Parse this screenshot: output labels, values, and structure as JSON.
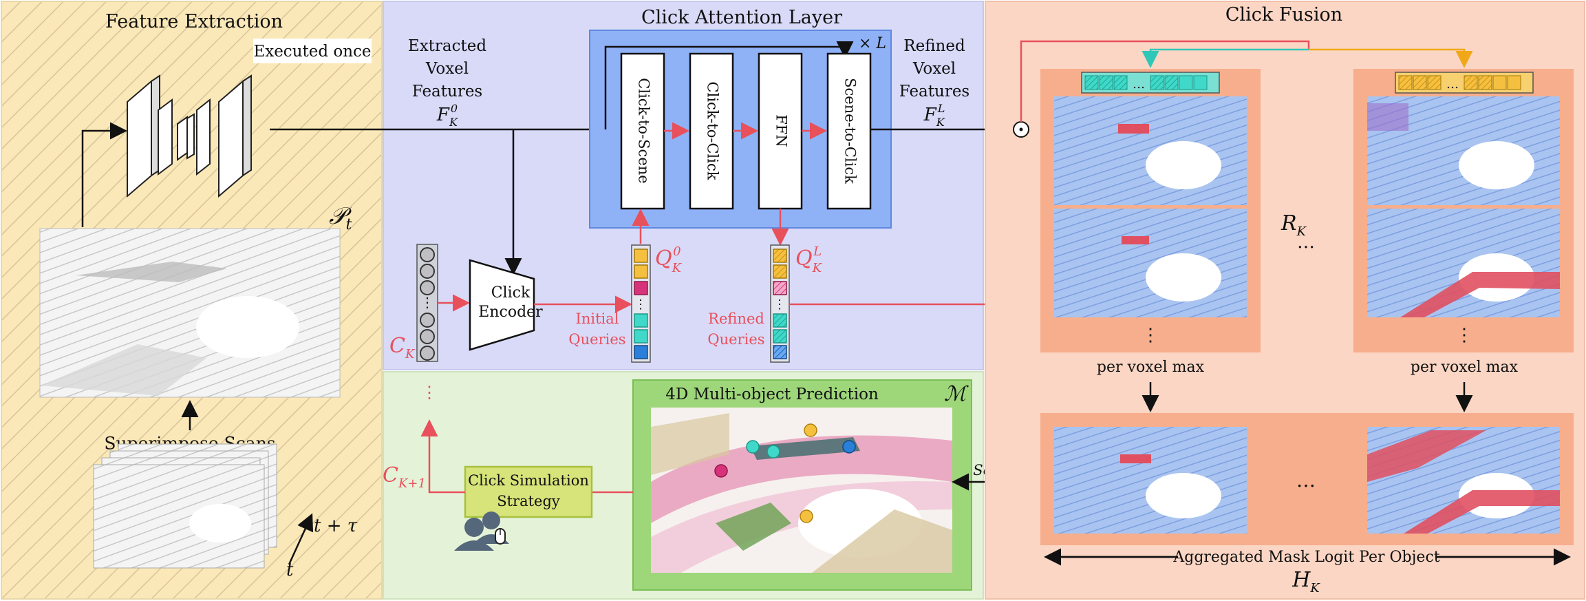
{
  "panels": {
    "feature_extraction": "Feature Extraction",
    "click_attention": "Click Attention Layer",
    "click_fusion": "Click Fusion"
  },
  "feature_extraction": {
    "executed_once": "Executed once",
    "pointcloud_label": "𝒫",
    "pointcloud_sub": "t",
    "superimpose": "Superimpose Scans",
    "time_t": "t",
    "time_t_tau": "t + τ"
  },
  "attention": {
    "extracted": [
      "Extracted",
      "Voxel",
      "Features"
    ],
    "f0": "F",
    "f0_sub": "K",
    "f0_sup": "0",
    "refined": [
      "Refined",
      "Voxel",
      "Features"
    ],
    "fL": "F",
    "fL_sub": "K",
    "fL_sup": "L",
    "times_l": "× L",
    "blocks": [
      "Click-to-Scene",
      "Click-to-Click",
      "FFN",
      "Scene-to-Click"
    ],
    "encoder": [
      "Click",
      "Encoder"
    ],
    "ck": "C",
    "ck_sub": "K",
    "q0": "Q",
    "q0_sub": "K",
    "q0_sup": "0",
    "qL": "Q",
    "qL_sub": "K",
    "qL_sup": "L",
    "initial_queries": [
      "Initial",
      "Queries"
    ],
    "refined_queries": [
      "Refined",
      "Queries"
    ],
    "dots": "⋮"
  },
  "prediction": {
    "title": "4D Multi-object Prediction",
    "m_label": "ℳ",
    "ck1": "C",
    "ck1_sub": "K+1",
    "strategy": [
      "Click Simulation",
      "Strategy"
    ]
  },
  "fusion": {
    "rk": "R",
    "rk_sub": "K",
    "per_voxel_max": "per voxel max",
    "softmax": "Softmax",
    "aggregated": "Aggregated Mask Logit Per Object",
    "hk": "H",
    "hk_sub": "K",
    "hdots": "…",
    "vdots": "⋮",
    "odot": "⊙"
  },
  "colors": {
    "red": "#e8505b",
    "teal": "#40d8c8",
    "gold": "#f0a818",
    "pink": "#d6337a",
    "blue_query": "#2a7fd8",
    "panel_yellow": "#fbe8b8",
    "panel_lavender": "#d8daf8",
    "panel_green": "#e4f2d8",
    "panel_salmon": "#fbd6c4"
  }
}
